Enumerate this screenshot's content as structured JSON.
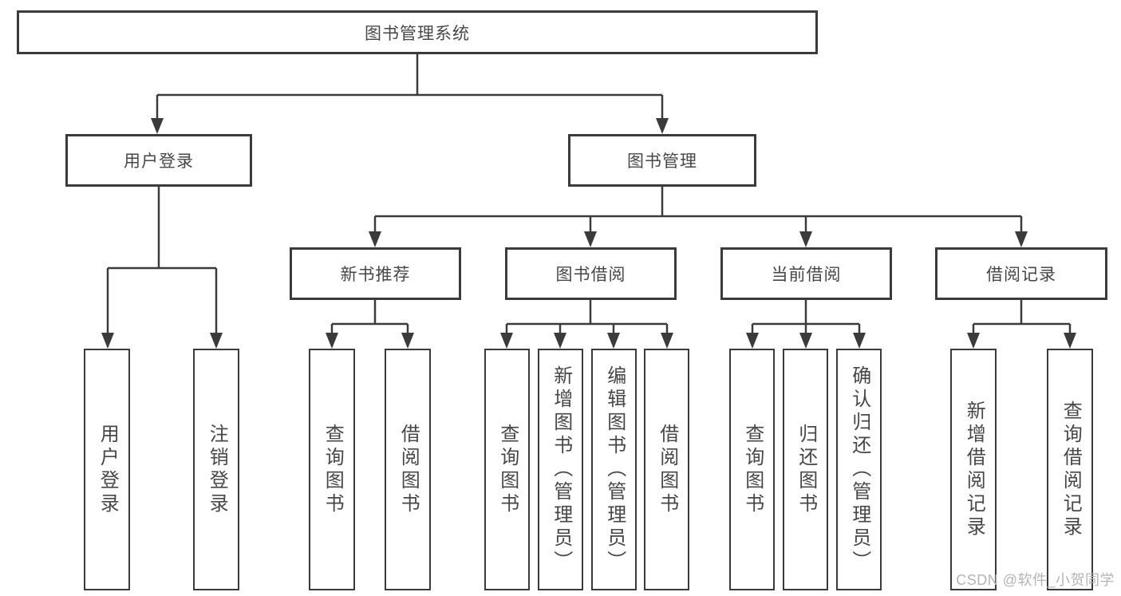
{
  "tree": {
    "root": {
      "label": "图书管理系统",
      "children": [
        {
          "label": "用户登录",
          "children": [
            {
              "label": "用户登录"
            },
            {
              "label": "注销登录"
            }
          ]
        },
        {
          "label": "图书管理",
          "children": [
            {
              "label": "新书推荐",
              "children": [
                {
                  "label": "查询图书"
                },
                {
                  "label": "借阅图书"
                }
              ]
            },
            {
              "label": "图书借阅",
              "children": [
                {
                  "label": "查询图书"
                },
                {
                  "label": "新增图书（管理员）"
                },
                {
                  "label": "编辑图书（管理员）"
                },
                {
                  "label": "借阅图书"
                }
              ]
            },
            {
              "label": "当前借阅",
              "children": [
                {
                  "label": "查询图书"
                },
                {
                  "label": "归还图书"
                },
                {
                  "label": "确认归还（管理员）"
                }
              ]
            },
            {
              "label": "借阅记录",
              "children": [
                {
                  "label": "新增借阅记录"
                },
                {
                  "label": "查询借阅记录"
                }
              ]
            }
          ]
        }
      ]
    }
  },
  "watermark": "CSDN @软件_小贺同学",
  "colors": {
    "line": "#3b3b3b",
    "box_border": "#3b3b3b",
    "text": "#474747",
    "watermark": "#b4b4b8",
    "background": "#ffffff"
  }
}
